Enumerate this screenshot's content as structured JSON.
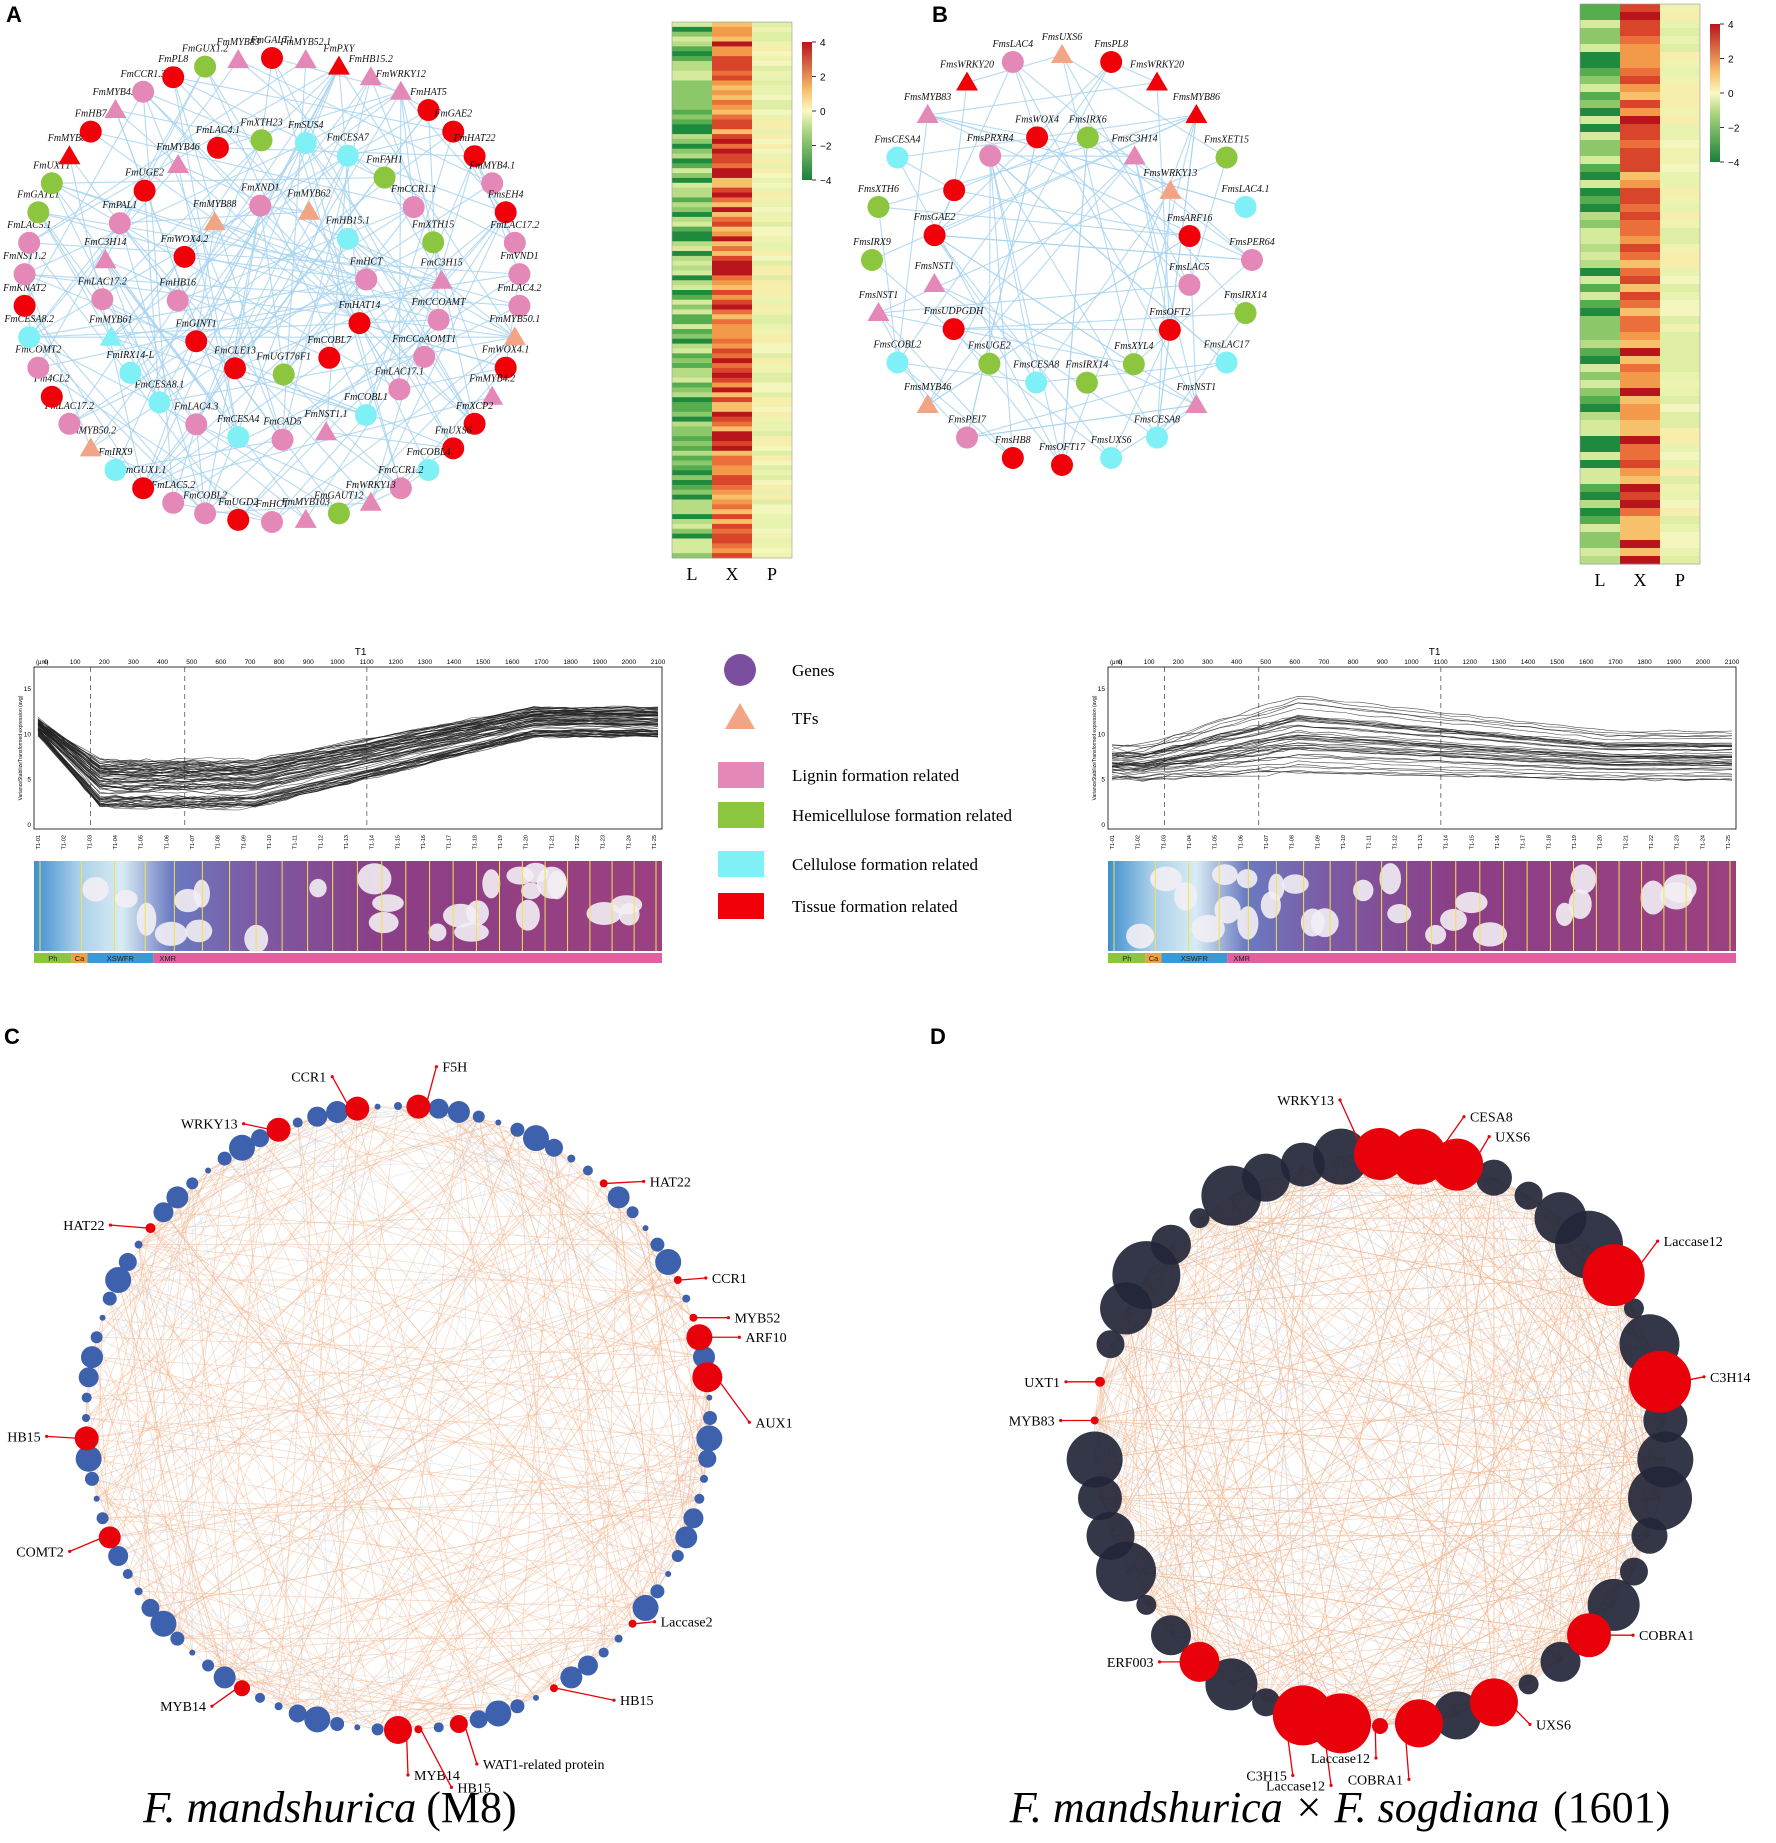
{
  "panels": {
    "A": {
      "letter": "A",
      "nodes": [
        {
          "label": "FmGALT1",
          "shape": "circle",
          "cat": "tissue"
        },
        {
          "label": "FmMYB52.1",
          "shape": "triangle",
          "cat": "lignin"
        },
        {
          "label": "FmPXY",
          "shape": "triangle",
          "cat": "tissue"
        },
        {
          "label": "FmHB15.2",
          "shape": "triangle",
          "cat": "lignin"
        },
        {
          "label": "FmWRKY12",
          "shape": "triangle",
          "cat": "lignin"
        },
        {
          "label": "FmHAT5",
          "shape": "circle",
          "cat": "tissue"
        },
        {
          "label": "FmGAE2",
          "shape": "circle",
          "cat": "tissue"
        },
        {
          "label": "FmHAT22",
          "shape": "circle",
          "cat": "tissue"
        },
        {
          "label": "FmMYB4.1",
          "shape": "circle",
          "cat": "lignin"
        },
        {
          "label": "FmsEH4",
          "shape": "circle",
          "cat": "tissue"
        },
        {
          "label": "FmLAC17.2",
          "shape": "circle",
          "cat": "lignin"
        },
        {
          "label": "FmVND1",
          "shape": "circle",
          "cat": "lignin"
        },
        {
          "label": "FmLAC4.2",
          "shape": "circle",
          "cat": "lignin"
        },
        {
          "label": "FmMYB50.1",
          "shape": "triangle",
          "cat": "tf"
        },
        {
          "label": "FmWOX4.1",
          "shape": "circle",
          "cat": "tissue"
        },
        {
          "label": "FmMYB4.2",
          "shape": "triangle",
          "cat": "lignin"
        },
        {
          "label": "FmXCP2",
          "shape": "circle",
          "cat": "tissue"
        },
        {
          "label": "FmUXS6",
          "shape": "circle",
          "cat": "tissue"
        },
        {
          "label": "FmCOBL4",
          "shape": "circle",
          "cat": "cellulose"
        },
        {
          "label": "FmCCR1.2",
          "shape": "circle",
          "cat": "lignin"
        },
        {
          "label": "FmWRKY13",
          "shape": "triangle",
          "cat": "lignin"
        },
        {
          "label": "FmGAUT12",
          "shape": "circle",
          "cat": "hemicellulose"
        },
        {
          "label": "FmMYB103",
          "shape": "triangle",
          "cat": "lignin"
        },
        {
          "label": "FmHCT",
          "shape": "circle",
          "cat": "lignin"
        },
        {
          "label": "FmUGD2",
          "shape": "circle",
          "cat": "tissue"
        },
        {
          "label": "FmCOBL2",
          "shape": "circle",
          "cat": "lignin"
        },
        {
          "label": "FmLAC5.2",
          "shape": "circle",
          "cat": "lignin"
        },
        {
          "label": "FmGUX1.1",
          "shape": "circle",
          "cat": "tissue"
        },
        {
          "label": "FmIRX9",
          "shape": "circle",
          "cat": "cellulose"
        },
        {
          "label": "FmMYB50.2",
          "shape": "triangle",
          "cat": "tf"
        },
        {
          "label": "FmLAC17.2",
          "shape": "circle",
          "cat": "lignin"
        },
        {
          "label": "Fm4CL2",
          "shape": "circle",
          "cat": "tissue"
        },
        {
          "label": "FmCOMT2",
          "shape": "circle",
          "cat": "lignin"
        },
        {
          "label": "FmCESA8.2",
          "shape": "circle",
          "cat": "cellulose"
        },
        {
          "label": "FmKNAT2",
          "shape": "circle",
          "cat": "tissue"
        },
        {
          "label": "FmNST1.2",
          "shape": "circle",
          "cat": "lignin"
        },
        {
          "label": "FmLAC5.1",
          "shape": "circle",
          "cat": "lignin"
        },
        {
          "label": "FmGATL1",
          "shape": "circle",
          "cat": "hemicellulose"
        },
        {
          "label": "FmUXT1",
          "shape": "circle",
          "cat": "hemicellulose"
        },
        {
          "label": "FmMYB86",
          "shape": "triangle",
          "cat": "tissue"
        },
        {
          "label": "FmHB7",
          "shape": "circle",
          "cat": "tissue"
        },
        {
          "label": "FmMYB4.1",
          "shape": "triangle",
          "cat": "lignin"
        },
        {
          "label": "FmCCR1.3",
          "shape": "circle",
          "cat": "lignin"
        },
        {
          "label": "FmPL8",
          "shape": "circle",
          "cat": "tissue"
        },
        {
          "label": "FmGUX1.2",
          "shape": "circle",
          "cat": "hemicellulose"
        },
        {
          "label": "FmMYB83",
          "shape": "triangle",
          "cat": "lignin"
        },
        {
          "label": "FmSUS4",
          "shape": "circle",
          "cat": "cellulose"
        },
        {
          "label": "FmCESA7",
          "shape": "circle",
          "cat": "cellulose"
        },
        {
          "label": "FmFAH1",
          "shape": "circle",
          "cat": "hemicellulose"
        },
        {
          "label": "FmCCR1.1",
          "shape": "circle",
          "cat": "lignin"
        },
        {
          "label": "FmXTH15",
          "shape": "circle",
          "cat": "hemicellulose"
        },
        {
          "label": "FmC3H15",
          "shape": "triangle",
          "cat": "lignin"
        },
        {
          "label": "FmCCOAMT",
          "shape": "circle",
          "cat": "lignin"
        },
        {
          "label": "FmCCoAOMT1",
          "shape": "circle",
          "cat": "lignin"
        },
        {
          "label": "FmLAC17.1",
          "shape": "circle",
          "cat": "lignin"
        },
        {
          "label": "FmCOBL1",
          "shape": "circle",
          "cat": "cellulose"
        },
        {
          "label": "FmNST1.1",
          "shape": "triangle",
          "cat": "lignin"
        },
        {
          "label": "FmCAD5",
          "shape": "circle",
          "cat": "lignin"
        },
        {
          "label": "FmCESA4",
          "shape": "circle",
          "cat": "cellulose"
        },
        {
          "label": "FmLAC4.3",
          "shape": "circle",
          "cat": "lignin"
        },
        {
          "label": "FmCESA8.1",
          "shape": "circle",
          "cat": "cellulose"
        },
        {
          "label": "FmIRX14-L",
          "shape": "circle",
          "cat": "cellulose"
        },
        {
          "label": "FmMYB61",
          "shape": "triangle",
          "cat": "cellulose"
        },
        {
          "label": "FmLAC17.2",
          "shape": "circle",
          "cat": "lignin"
        },
        {
          "label": "FmC3H14",
          "shape": "triangle",
          "cat": "lignin"
        },
        {
          "label": "FmPAL1",
          "shape": "circle",
          "cat": "lignin"
        },
        {
          "label": "FmUGE2",
          "shape": "circle",
          "cat": "tissue"
        },
        {
          "label": "FmMYB46",
          "shape": "triangle",
          "cat": "lignin"
        },
        {
          "label": "FmLAC4.1",
          "shape": "circle",
          "cat": "tissue"
        },
        {
          "label": "FmXTH23",
          "shape": "circle",
          "cat": "hemicellulose"
        },
        {
          "label": "FmMYB62",
          "shape": "triangle",
          "cat": "tf"
        },
        {
          "label": "FmHB15.1",
          "shape": "circle",
          "cat": "cellulose"
        },
        {
          "label": "FmHCT",
          "shape": "circle",
          "cat": "lignin"
        },
        {
          "label": "FmHAT14",
          "shape": "circle",
          "cat": "tissue"
        },
        {
          "label": "FmCOBL7",
          "shape": "circle",
          "cat": "tissue"
        },
        {
          "label": "FmUGT76F1",
          "shape": "circle",
          "cat": "hemicellulose"
        },
        {
          "label": "FmCLE13",
          "shape": "circle",
          "cat": "tissue"
        },
        {
          "label": "FmGINT1",
          "shape": "circle",
          "cat": "tissue"
        },
        {
          "label": "FmHB16",
          "shape": "circle",
          "cat": "lignin"
        },
        {
          "label": "FmWOX4.2",
          "shape": "circle",
          "cat": "tissue"
        },
        {
          "label": "FmMYB88",
          "shape": "triangle",
          "cat": "tf"
        },
        {
          "label": "FmXND1",
          "shape": "circle",
          "cat": "lignin"
        }
      ],
      "heatmap": {
        "columns": [
          "L",
          "X",
          "P"
        ],
        "scale_ticks": [
          "4",
          "2",
          "0",
          "−2",
          "−4"
        ]
      },
      "expression_plot": {
        "title": "T1",
        "unit": "(μm)",
        "x_ticks": [
          "0",
          "100",
          "200",
          "300",
          "400",
          "500",
          "600",
          "700",
          "800",
          "900",
          "1000",
          "1100",
          "1200",
          "1300",
          "1400",
          "1500",
          "1600",
          "1700",
          "1800",
          "1900",
          "2000",
          "2100"
        ],
        "y_ticks": [
          "15",
          "10",
          "5",
          "0"
        ],
        "ylabel": "VarianceStabilizeTransformed expression (avg)",
        "sample_labels": [
          "T1-01",
          "T1-02",
          "T1-03",
          "T1-04",
          "T1-05",
          "T1-06",
          "T1-07",
          "T1-08",
          "T1-09",
          "T1-10",
          "T1-11",
          "T1-12",
          "T1-13",
          "T1-14",
          "T1-15",
          "T1-16",
          "T1-17",
          "T1-18",
          "T1-19",
          "T1-20",
          "T1-21",
          "T1-22",
          "T1-23",
          "T1-24",
          "T1-25"
        ],
        "zones": [
          "Ph",
          "Ca",
          "XSWFR",
          "XMR"
        ]
      }
    },
    "B": {
      "letter": "B",
      "nodes": [
        {
          "label": "FmsUXS6",
          "shape": "triangle",
          "cat": "tf"
        },
        {
          "label": "FmsPL8",
          "shape": "circle",
          "cat": "tissue"
        },
        {
          "label": "FmsWRKY20",
          "shape": "triangle",
          "cat": "tissue"
        },
        {
          "label": "FmsMYB86",
          "shape": "triangle",
          "cat": "tissue"
        },
        {
          "label": "FmsXET15",
          "shape": "circle",
          "cat": "hemicellulose"
        },
        {
          "label": "FmsLAC4.1",
          "shape": "circle",
          "cat": "cellulose"
        },
        {
          "label": "FmsPER64",
          "shape": "circle",
          "cat": "lignin"
        },
        {
          "label": "FmsIRX14",
          "shape": "circle",
          "cat": "hemicellulose"
        },
        {
          "label": "FmsLAC17",
          "shape": "circle",
          "cat": "cellulose"
        },
        {
          "label": "FmsNST1",
          "shape": "triangle",
          "cat": "lignin"
        },
        {
          "label": "FmsCESA8",
          "shape": "circle",
          "cat": "cellulose"
        },
        {
          "label": "FmsUXS6",
          "shape": "circle",
          "cat": "cellulose"
        },
        {
          "label": "FmsOFT17",
          "shape": "circle",
          "cat": "tissue"
        },
        {
          "label": "FmsHB8",
          "shape": "circle",
          "cat": "tissue"
        },
        {
          "label": "FmsPEI7",
          "shape": "circle",
          "cat": "lignin"
        },
        {
          "label": "FmsMYB46",
          "shape": "triangle",
          "cat": "tf"
        },
        {
          "label": "FmsCOBL2",
          "shape": "circle",
          "cat": "cellulose"
        },
        {
          "label": "FmsNST1",
          "shape": "triangle",
          "cat": "lignin"
        },
        {
          "label": "FmsIRX9",
          "shape": "circle",
          "cat": "hemicellulose"
        },
        {
          "label": "FmsXTH6",
          "shape": "circle",
          "cat": "hemicellulose"
        },
        {
          "label": "FmsCESA4",
          "shape": "circle",
          "cat": "cellulose"
        },
        {
          "label": "FmsMYB83",
          "shape": "triangle",
          "cat": "lignin"
        },
        {
          "label": "FmsWRKY20",
          "shape": "triangle",
          "cat": "tissue"
        },
        {
          "label": "FmsLAC4",
          "shape": "circle",
          "cat": "lignin"
        },
        {
          "label": "FmsIRX6",
          "shape": "circle",
          "cat": "hemicellulose"
        },
        {
          "label": "FmsC3H14",
          "shape": "triangle",
          "cat": "lignin"
        },
        {
          "label": "FmsWRKY13",
          "shape": "triangle",
          "cat": "tf"
        },
        {
          "label": "FmsARF16",
          "shape": "circle",
          "cat": "tissue"
        },
        {
          "label": "FmsLAC5",
          "shape": "circle",
          "cat": "lignin"
        },
        {
          "label": "FmsOFT2",
          "shape": "circle",
          "cat": "tissue"
        },
        {
          "label": "FmsXYL4",
          "shape": "circle",
          "cat": "hemicellulose"
        },
        {
          "label": "FmsIRX14",
          "shape": "circle",
          "cat": "hemicellulose"
        },
        {
          "label": "FmsCESA8",
          "shape": "circle",
          "cat": "cellulose"
        },
        {
          "label": "FmsUGE2",
          "shape": "circle",
          "cat": "hemicellulose"
        },
        {
          "label": "FmsUDPGDH",
          "shape": "circle",
          "cat": "tissue"
        },
        {
          "label": "FmsNST1",
          "shape": "triangle",
          "cat": "lignin"
        },
        {
          "label": "FmsGAE2",
          "shape": "circle",
          "cat": "tissue"
        },
        {
          "label": "",
          "shape": "circle",
          "cat": "tissue"
        },
        {
          "label": "FmsPRXR4",
          "shape": "circle",
          "cat": "lignin"
        },
        {
          "label": "FmsWOX4",
          "shape": "circle",
          "cat": "tissue"
        }
      ],
      "heatmap": {
        "columns": [
          "L",
          "X",
          "P"
        ],
        "scale_ticks": [
          "4",
          "2",
          "0",
          "−2",
          "−4"
        ]
      },
      "expression_plot": {
        "title": "T1",
        "unit": "(μm)",
        "x_ticks": [
          "0",
          "100",
          "200",
          "300",
          "400",
          "500",
          "600",
          "700",
          "800",
          "900",
          "1000",
          "1100",
          "1200",
          "1300",
          "1400",
          "1500",
          "1600",
          "1700",
          "1800",
          "1900",
          "2000",
          "2100"
        ],
        "y_ticks": [
          "15",
          "10",
          "5",
          "0"
        ],
        "ylabel": "VarianceStabilizeTransformed expression (avg)",
        "sample_labels": [
          "T1-01",
          "T1-02",
          "T1-03",
          "T1-04",
          "T1-05",
          "T1-06",
          "T1-07",
          "T1-08",
          "T1-09",
          "T1-10",
          "T1-11",
          "T1-12",
          "T1-13",
          "T1-14",
          "T1-15",
          "T1-16",
          "T1-17",
          "T1-18",
          "T1-19",
          "T1-20",
          "T1-21",
          "T1-22",
          "T1-23",
          "T1-24",
          "T1-25"
        ],
        "zones": [
          "Ph",
          "Ca",
          "XSWFR",
          "XMR"
        ]
      }
    },
    "C": {
      "letter": "C",
      "caption_italic": "F. mandshurica",
      "caption_plain": "(M8)",
      "highlighted": [
        "CCR1",
        "F5H",
        "WRKY13",
        "HAT22",
        "HAT22",
        "HB15",
        "CCR1",
        "MYB52",
        "ARF10",
        "COMT2",
        "AUX1",
        "Laccase2",
        "MYB14",
        "HB15",
        "WAT1-related protein",
        "MYB14",
        "HB15"
      ]
    },
    "D": {
      "letter": "D",
      "caption_italic": "F. mandshurica × F. sogdiana",
      "caption_plain": "(1601)",
      "highlighted": [
        "WRKY13",
        "CESA8",
        "UXS6",
        "Laccase12",
        "UXT1",
        "C3H14",
        "MYB83",
        "ERF003",
        "COBRA1",
        "UXS6",
        "C3H15",
        "Laccase12",
        "Laccase12",
        "COBRA1"
      ]
    }
  },
  "legend": [
    {
      "label": "Genes",
      "symbol": "circle",
      "color": "#7b4ea0"
    },
    {
      "label": "TFs",
      "symbol": "triangle",
      "color": "#f2a584"
    },
    {
      "label": "Lignin formation related",
      "symbol": "rect",
      "color": "#e488b8"
    },
    {
      "label": "Hemicellulose formation related",
      "symbol": "rect",
      "color": "#8cc63f"
    },
    {
      "label": "Cellulose formation related",
      "symbol": "rect",
      "color": "#7ef0f6"
    },
    {
      "label": "Tissue formation related",
      "symbol": "rect",
      "color": "#f2000a"
    }
  ],
  "colors": {
    "lignin": "#e488b8",
    "hemicellulose": "#8cc63f",
    "cellulose": "#7ef0f6",
    "tissue": "#f2000a",
    "tf": "#f2a584",
    "edge_ab": "#a8d4f0",
    "node_c": "#3d61ad",
    "node_d": "#232638",
    "highlight": "#e8000b",
    "edge_cd": "#f2b38a"
  }
}
